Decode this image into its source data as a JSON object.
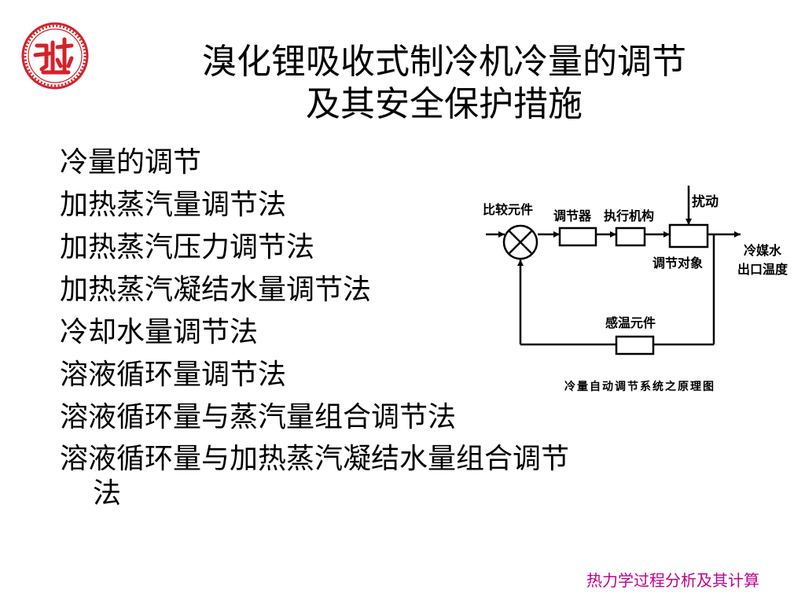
{
  "slide": {
    "title_line1": "溴化锂吸收式制冷机冷量的调节",
    "title_line2": "及其安全保护措施",
    "items": [
      "冷量的调节",
      "加热蒸汽量调节法",
      "加热蒸汽压力调节法",
      "加热蒸汽凝结水量调节法",
      "冷却水量调节法",
      "溶液循环量调节法",
      "溶液循环量与蒸汽量组合调节法"
    ],
    "last_item_line1": "溶液循环量与加热蒸汽凝结水量组合调节",
    "last_item_line2": "法",
    "footer": "热力学过程分析及其计算",
    "colors": {
      "logo_red": "#d4222a",
      "footer_magenta": "#c0008e"
    }
  },
  "diagram": {
    "comparator_label": "比较元件",
    "controller_label": "调节器",
    "actuator_label": "执行机构",
    "disturbance_label": "扰动",
    "plant_label": "调节对象",
    "output_label_line1": "冷媒水",
    "output_label_line2": "出口温度",
    "sensor_label": "感温元件",
    "caption": "冷量自动调节系统之原理图"
  }
}
